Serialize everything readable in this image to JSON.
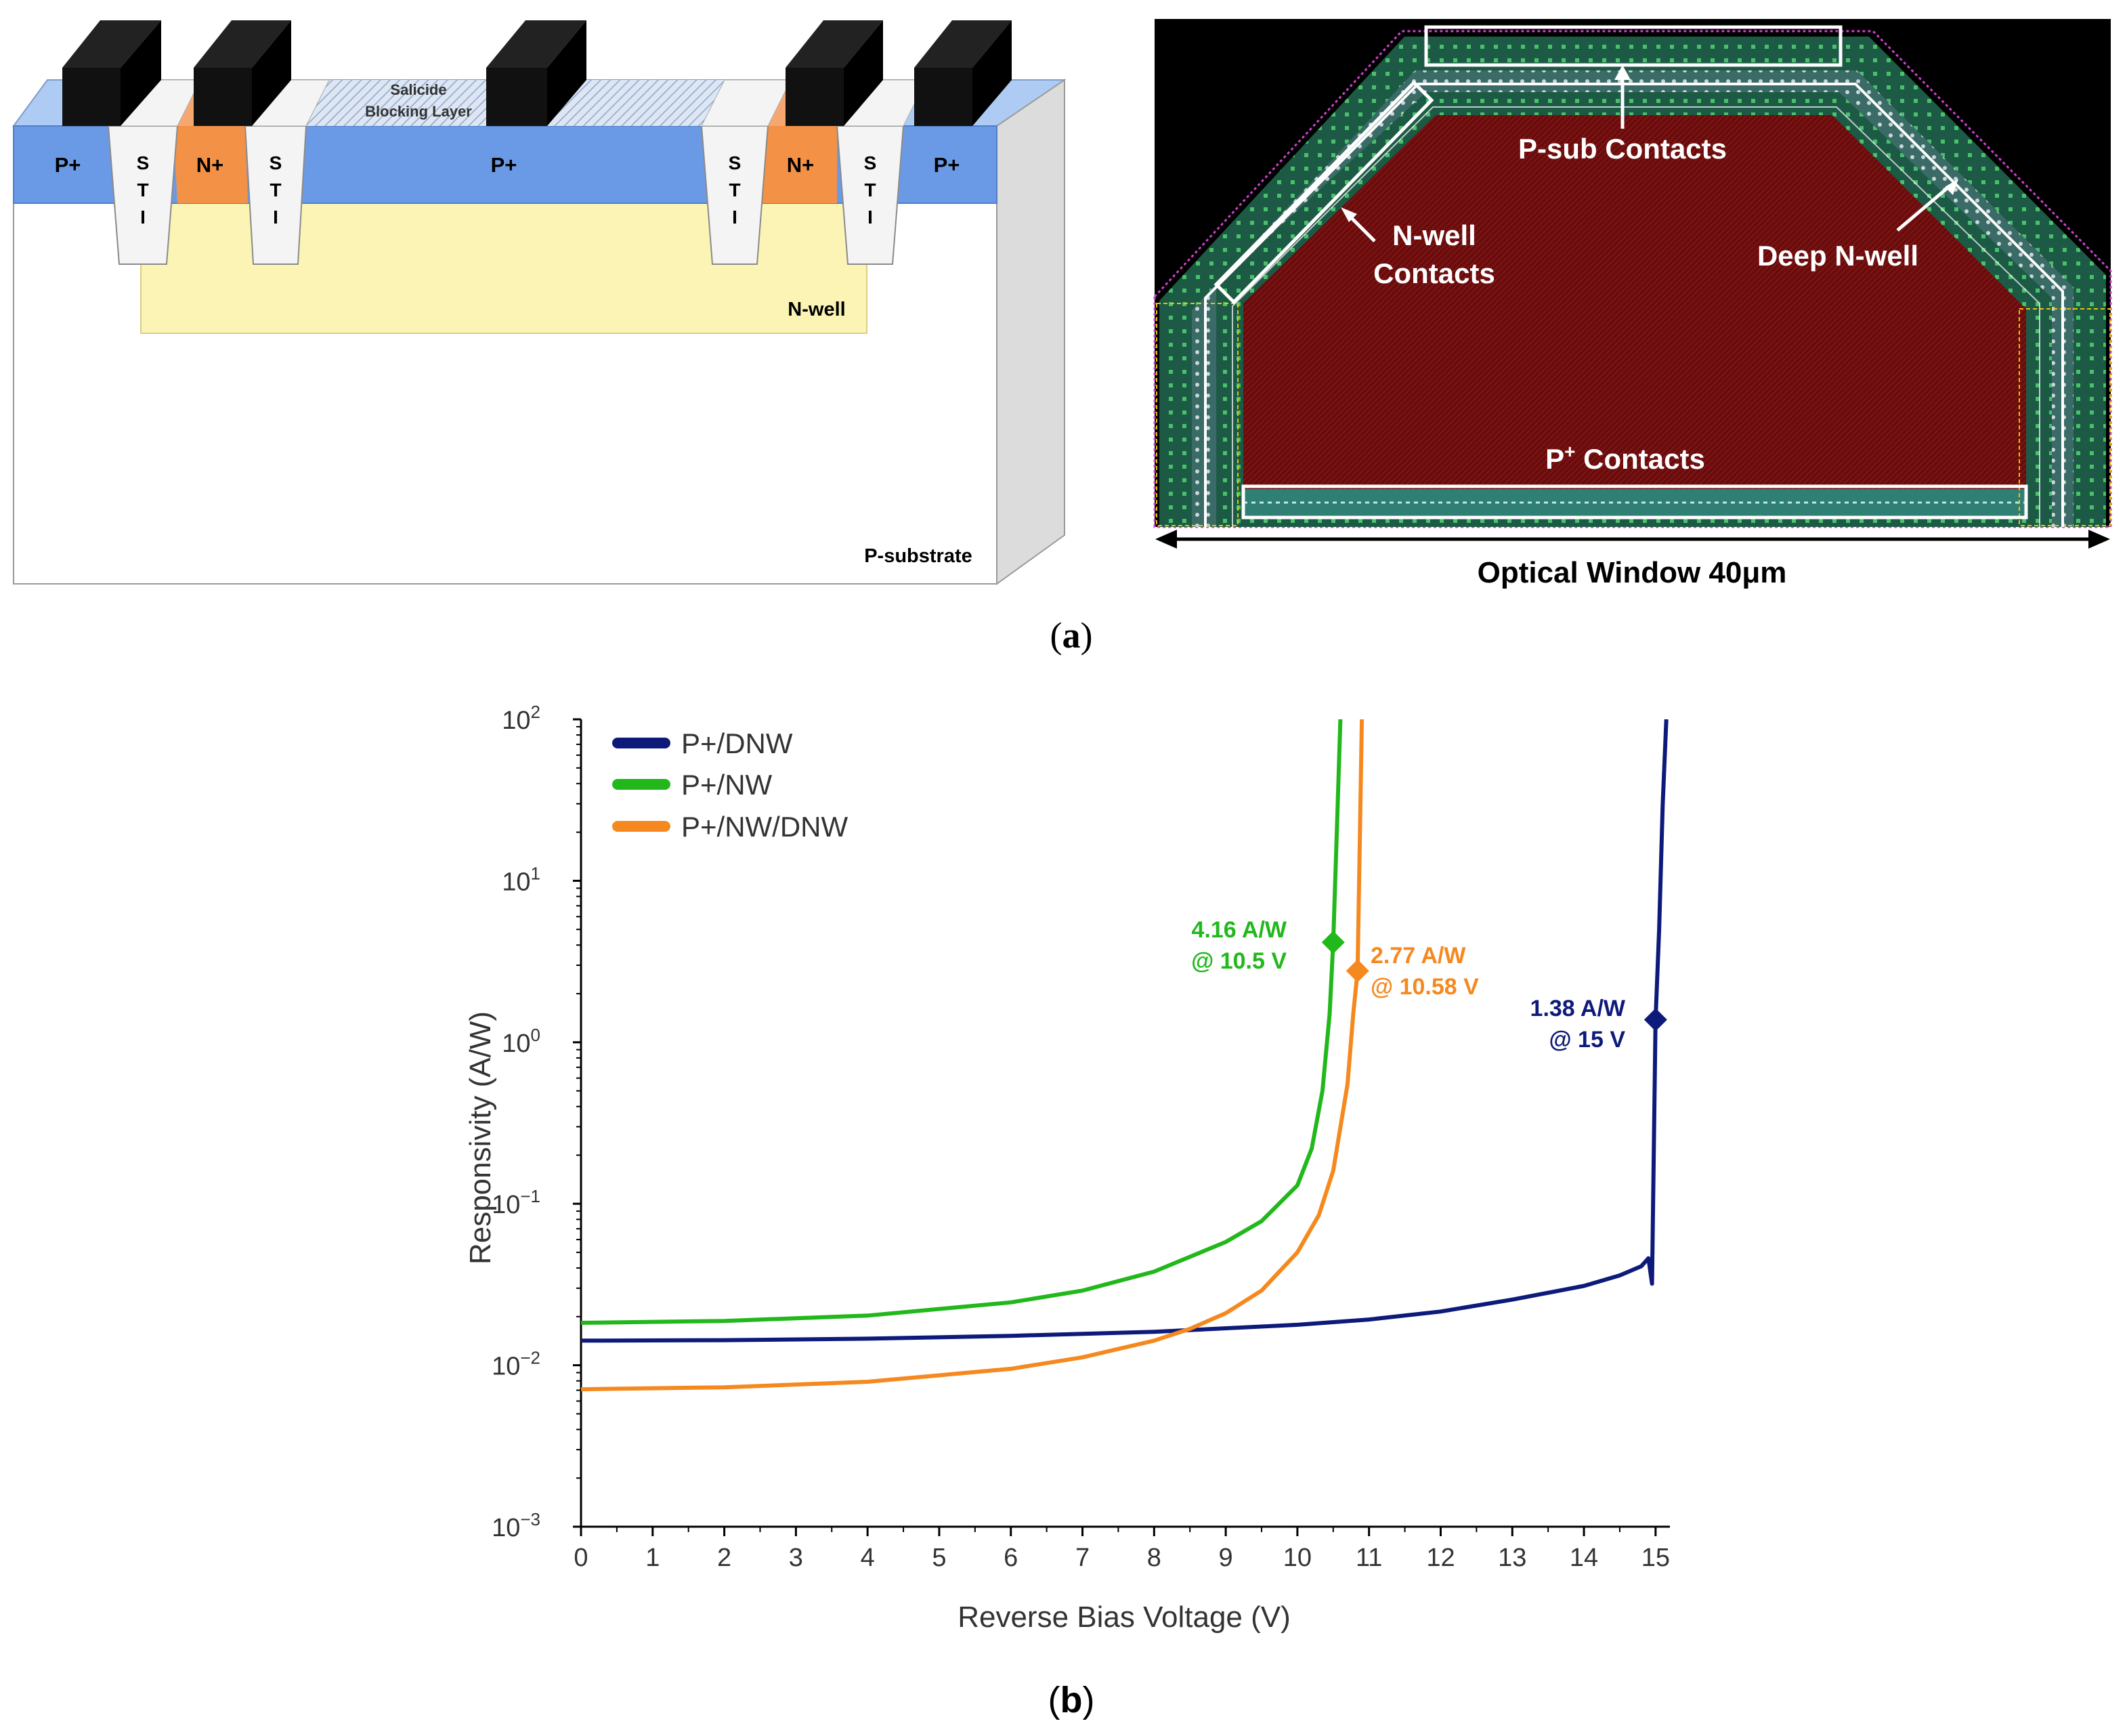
{
  "panel_a": {
    "cross_section": {
      "regions": {
        "p_plus_left": "P+",
        "n_plus_left": "N+",
        "p_plus_center": "P+",
        "n_plus_right": "N+",
        "p_plus_right": "P+",
        "sti": [
          "S",
          "T",
          "I"
        ],
        "n_well": "N-well",
        "p_substrate": "P-substrate",
        "salicide_1": "Salicide",
        "salicide_2": "Blocking Layer"
      },
      "colors": {
        "p_plus": "#6a9ae6",
        "n_plus": "#f39147",
        "n_well": "#fbf4b4",
        "sti": "#f3f3f3",
        "contact": "#111111"
      }
    },
    "layout": {
      "labels": {
        "psub_contacts": "P-sub Contacts",
        "nwell_1": "N-well",
        "nwell_2": "Contacts",
        "deep_nwell": "Deep N-well",
        "pplus_contacts_sup": "+",
        "pplus_contacts_p": "P",
        "pplus_contacts_rest": " Contacts"
      },
      "optical_window": "Optical Window 40μm",
      "colors": {
        "core": "#6e0d0d",
        "ring": "#1e5a44",
        "background": "#000000"
      }
    },
    "caption": {
      "open": "(",
      "letter": "a",
      "close": ")"
    }
  },
  "panel_b": {
    "caption": {
      "open": "(",
      "letter": "b",
      "close": ")"
    },
    "annotations": {
      "nw_value": "4.16 A/W",
      "nw_bias": "@ 10.5 V",
      "nwdnw_value": "2.77 A/W",
      "nwdnw_bias": "@ 10.58 V",
      "dnw_value": "1.38 A/W",
      "dnw_bias": "@ 15 V"
    }
  },
  "chart_data": {
    "type": "line",
    "xlabel": "Reverse Bias Voltage (V)",
    "ylabel": "Responsivity (A/W)",
    "xlim": [
      0,
      15.2
    ],
    "ylim": [
      0.001,
      100
    ],
    "yscale": "log",
    "xticks": [
      "0",
      "1",
      "2",
      "3",
      "4",
      "5",
      "6",
      "7",
      "8",
      "9",
      "10",
      "11",
      "12",
      "13",
      "14",
      "15"
    ],
    "yticks": [
      {
        "value": 0.001,
        "base": "10",
        "exp": "−3"
      },
      {
        "value": 0.01,
        "base": "10",
        "exp": "−2"
      },
      {
        "value": 0.1,
        "base": "10",
        "exp": "−1"
      },
      {
        "value": 1,
        "base": "10",
        "exp": "0"
      },
      {
        "value": 10,
        "base": "10",
        "exp": "1"
      },
      {
        "value": 100,
        "base": "10",
        "exp": "2"
      }
    ],
    "legend_position": "top-left",
    "series": [
      {
        "name": "P+/DNW",
        "color": "#0d1a7a",
        "x": [
          0,
          2,
          4,
          6,
          8,
          10,
          11,
          12,
          13,
          14,
          14.5,
          14.8,
          14.9,
          14.95,
          15.0,
          15.05,
          15.1,
          15.15
        ],
        "y": [
          0.0142,
          0.0143,
          0.0146,
          0.0152,
          0.0161,
          0.0178,
          0.0192,
          0.0215,
          0.0255,
          0.031,
          0.036,
          0.041,
          0.046,
          0.032,
          1.38,
          5,
          30,
          100
        ],
        "marker": {
          "x": 15.0,
          "y": 1.38
        }
      },
      {
        "name": "P+/NW",
        "color": "#22b81c",
        "x": [
          0,
          2,
          4,
          6,
          7,
          8,
          9,
          9.5,
          10,
          10.2,
          10.35,
          10.45,
          10.5,
          10.55,
          10.6
        ],
        "y": [
          0.0183,
          0.0188,
          0.0203,
          0.0245,
          0.029,
          0.038,
          0.058,
          0.078,
          0.13,
          0.22,
          0.5,
          1.5,
          4.16,
          20,
          100
        ],
        "marker": {
          "x": 10.5,
          "y": 4.16
        }
      },
      {
        "name": "P+/NW/DNW",
        "color": "#f5891f",
        "x": [
          0,
          2,
          4,
          6,
          7,
          8,
          8.5,
          9,
          9.5,
          10,
          10.3,
          10.5,
          10.7,
          10.78,
          10.84,
          10.9
        ],
        "y": [
          0.0071,
          0.0073,
          0.0079,
          0.0095,
          0.0112,
          0.0142,
          0.0168,
          0.021,
          0.029,
          0.05,
          0.085,
          0.16,
          0.55,
          1.5,
          2.77,
          100
        ],
        "marker": {
          "x": 10.84,
          "y": 2.77
        }
      }
    ]
  }
}
